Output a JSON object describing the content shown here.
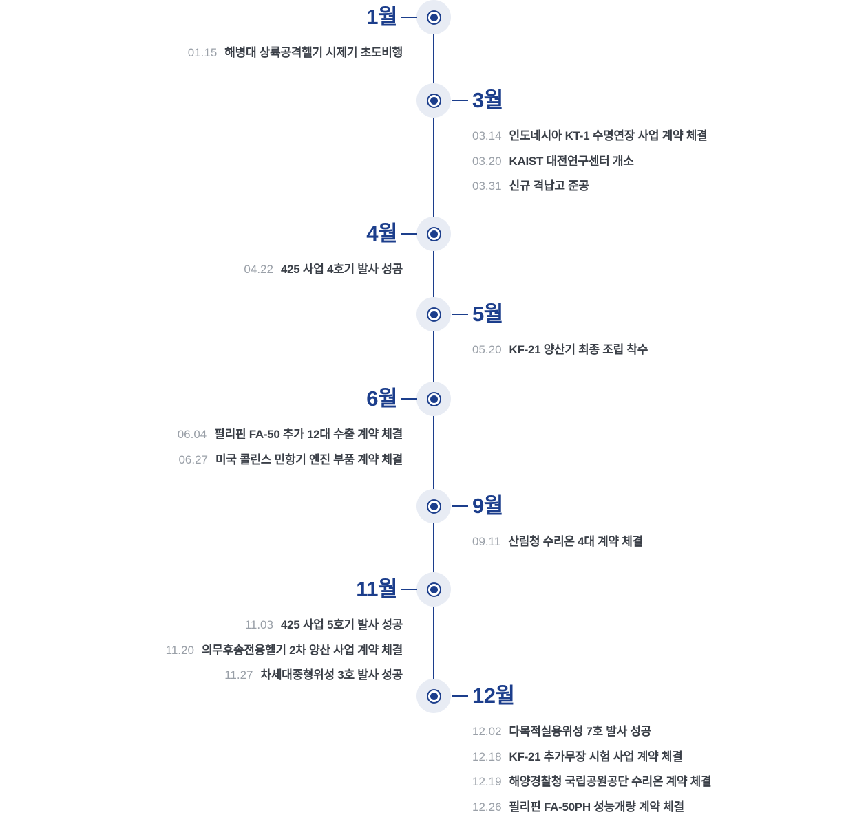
{
  "colors": {
    "accent_navy": "#1c3e8c",
    "node_halo": "#e8ecf4",
    "date_gray": "#9aa0a8",
    "event_text": "#3a3f47",
    "background": "#ffffff"
  },
  "timeline": {
    "months": [
      {
        "label": "1월",
        "events": [
          {
            "date": "01.15",
            "text": "해병대 상륙공격헬기 시제기 초도비행"
          }
        ]
      },
      {
        "label": "3월",
        "events": [
          {
            "date": "03.14",
            "text": "인도네시아 KT-1 수명연장 사업 계약 체결"
          },
          {
            "date": "03.20",
            "text": "KAIST 대전연구센터 개소"
          },
          {
            "date": "03.31",
            "text": "신규 격납고 준공"
          }
        ]
      },
      {
        "label": "4월",
        "events": [
          {
            "date": "04.22",
            "text": "425 사업 4호기 발사 성공"
          }
        ]
      },
      {
        "label": "5월",
        "events": [
          {
            "date": "05.20",
            "text": "KF-21 양산기 최종 조립 착수"
          }
        ]
      },
      {
        "label": "6월",
        "events": [
          {
            "date": "06.04",
            "text": "필리핀 FA-50 추가 12대 수출 계약 체결"
          },
          {
            "date": "06.27",
            "text": "미국 콜린스 민항기 엔진 부품 계약 체결"
          }
        ]
      },
      {
        "label": "9월",
        "events": [
          {
            "date": "09.11",
            "text": "산림청 수리온 4대 계약 체결"
          }
        ]
      },
      {
        "label": "11월",
        "events": [
          {
            "date": "11.03",
            "text": "425 사업 5호기 발사 성공"
          },
          {
            "date": "11.20",
            "text": "의무후송전용헬기 2차 양산 사업 계약 체결"
          },
          {
            "date": "11.27",
            "text": "차세대중형위성 3호 발사 성공"
          }
        ]
      },
      {
        "label": "12월",
        "events": [
          {
            "date": "12.02",
            "text": "다목적실용위성 7호 발사 성공"
          },
          {
            "date": "12.18",
            "text": "KF-21 추가무장 시험 사업 계약 체결"
          },
          {
            "date": "12.19",
            "text": "해양경찰청 국립공원공단 수리온 계약 체결"
          },
          {
            "date": "12.26",
            "text": "필리핀 FA-50PH 성능개량 계약 체결"
          }
        ]
      }
    ]
  }
}
